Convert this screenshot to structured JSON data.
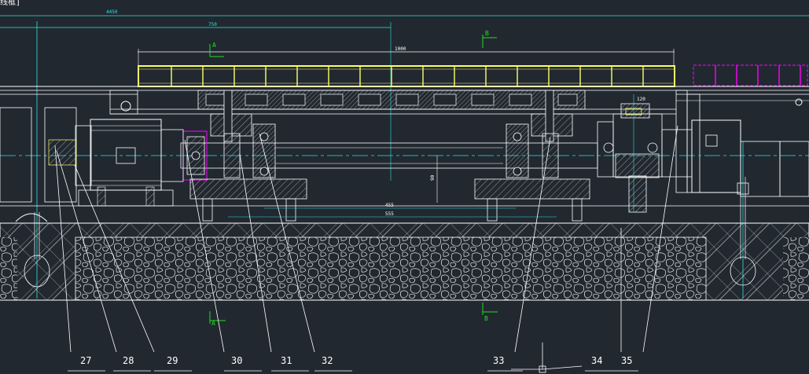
{
  "header": {
    "corner_label": "线框]"
  },
  "dimensions": {
    "overall": "4450",
    "left_span": "750",
    "beam_span": "1000",
    "right_span": "120",
    "vertical": "90",
    "bottom_a": "455",
    "bottom_b": "555"
  },
  "sections": [
    {
      "id": "A-top",
      "label": "A"
    },
    {
      "id": "B-top",
      "label": "B"
    },
    {
      "id": "A-bottom",
      "label": "A"
    },
    {
      "id": "B-bottom",
      "label": "B"
    }
  ],
  "callouts": [
    "27",
    "28",
    "29",
    "30",
    "31",
    "32",
    "33",
    "34",
    "35"
  ],
  "colors": {
    "background": "#212830",
    "linework": "#ffffff",
    "centerline": "#33e0e0",
    "grating": "#ffff66",
    "magenta": "#ff00ff",
    "section_marker": "#22dd22"
  }
}
